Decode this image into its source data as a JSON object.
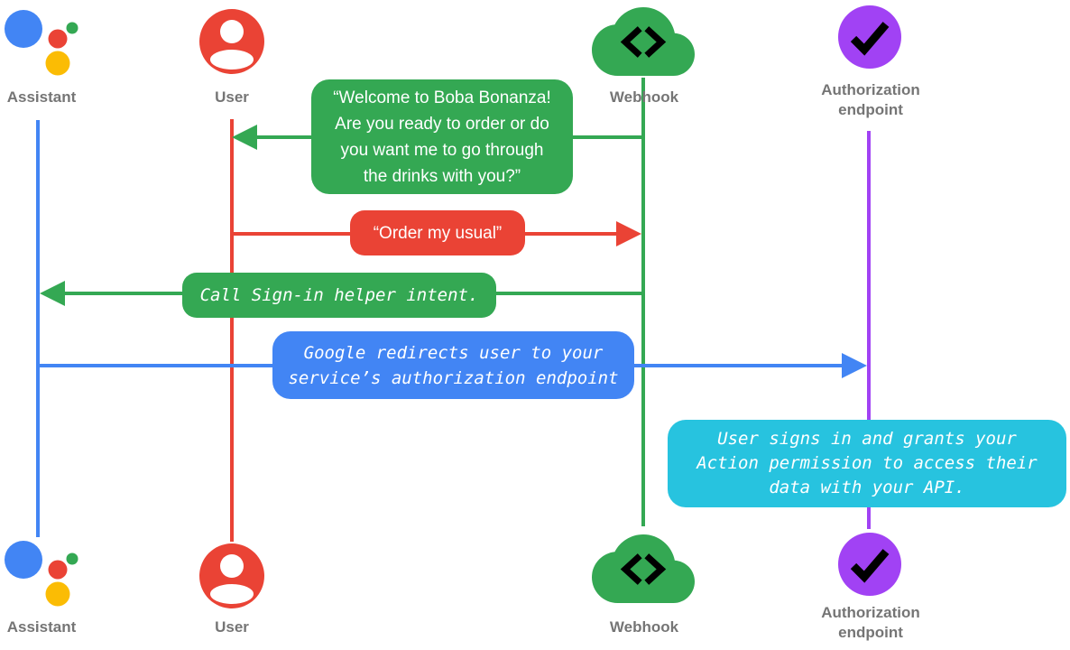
{
  "actors": {
    "assistant": {
      "label": "Assistant",
      "color": "#4285F4"
    },
    "user": {
      "label": "User",
      "color": "#EA4335"
    },
    "webhook": {
      "label": "Webhook",
      "color": "#34A853"
    },
    "auth": {
      "label": "Authorization endpoint",
      "color": "#A142F4"
    }
  },
  "messages": {
    "welcome": {
      "from": "Webhook",
      "to": "User",
      "color": "#34A853",
      "lines": [
        "“Welcome to Boba Bonanza!",
        "Are you ready to order or do",
        "you want me to go through",
        "the drinks with you?”"
      ]
    },
    "order": {
      "from": "User",
      "to": "Webhook",
      "color": "#EA4335",
      "label": "“Order my usual”"
    },
    "signin": {
      "from": "Webhook",
      "to": "Assistant",
      "color": "#34A853",
      "label": "Call Sign-in helper intent."
    },
    "redirect": {
      "from": "Assistant",
      "to": "Authorization endpoint",
      "color": "#4285F4",
      "lines": [
        "Google redirects user to your",
        "service’s authorization endpoint"
      ]
    },
    "signin_note": {
      "at": "Authorization endpoint",
      "color": "#27C3DF",
      "lines": [
        "User signs in and grants your",
        "Action permission to access their",
        "data with your API."
      ]
    }
  },
  "icons": {
    "assistant": "google-assistant-logo",
    "user": "account-circle",
    "webhook": "code-cloud",
    "auth": "check-circle"
  },
  "palette": {
    "blue": "#4285F4",
    "red": "#EA4335",
    "green": "#34A853",
    "yellow": "#FBBC04",
    "purple": "#A142F4",
    "cyan": "#27C3DF",
    "label_gray": "#757575",
    "icon_glyph": "#000000"
  }
}
